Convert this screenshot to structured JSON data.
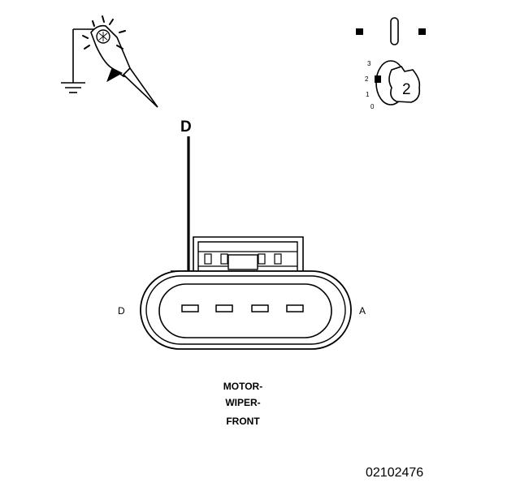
{
  "probe": {
    "letter": "D"
  },
  "ignition": {
    "key_label": "2",
    "positions": [
      "3",
      "2",
      "1",
      "0"
    ]
  },
  "connector": {
    "left_label": "D",
    "right_label": "A",
    "name_lines": [
      "MOTOR-",
      "WIPER-",
      "FRONT"
    ]
  },
  "figure_number": "02102476",
  "colors": {
    "ink": "#000000",
    "paper": "#ffffff"
  }
}
